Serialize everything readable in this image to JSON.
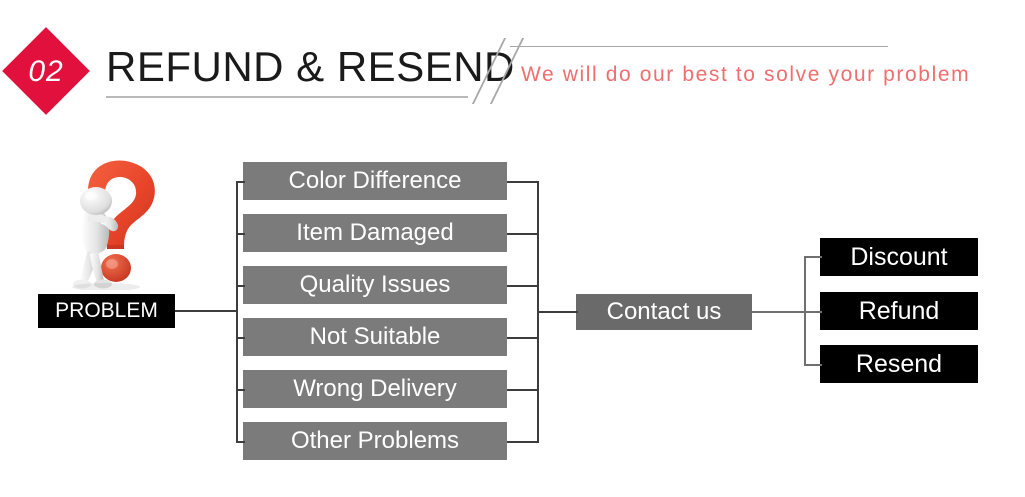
{
  "header": {
    "badge_number": "02",
    "title": "REFUND & RESEND",
    "tagline": "We will do our best to solve your problem",
    "accent_color": "#e1103c",
    "tagline_color": "#ee6f6f"
  },
  "diagram": {
    "root": {
      "label": "PROBLEM",
      "icon": "question-mark-figure",
      "background": "#000000",
      "text_color": "#ffffff"
    },
    "issues": {
      "background": "#7b7b7b",
      "text_color": "#ffffff",
      "items": [
        {
          "label": "Color Difference"
        },
        {
          "label": "Item Damaged"
        },
        {
          "label": "Quality Issues"
        },
        {
          "label": "Not Suitable"
        },
        {
          "label": "Wrong Delivery"
        },
        {
          "label": "Other Problems"
        }
      ]
    },
    "hub": {
      "label": "Contact us",
      "background": "#6a6a6a",
      "text_color": "#ffffff"
    },
    "outcomes": {
      "background": "#000000",
      "text_color": "#ffffff",
      "items": [
        {
          "label": "Discount"
        },
        {
          "label": "Refund"
        },
        {
          "label": "Resend"
        }
      ]
    }
  }
}
